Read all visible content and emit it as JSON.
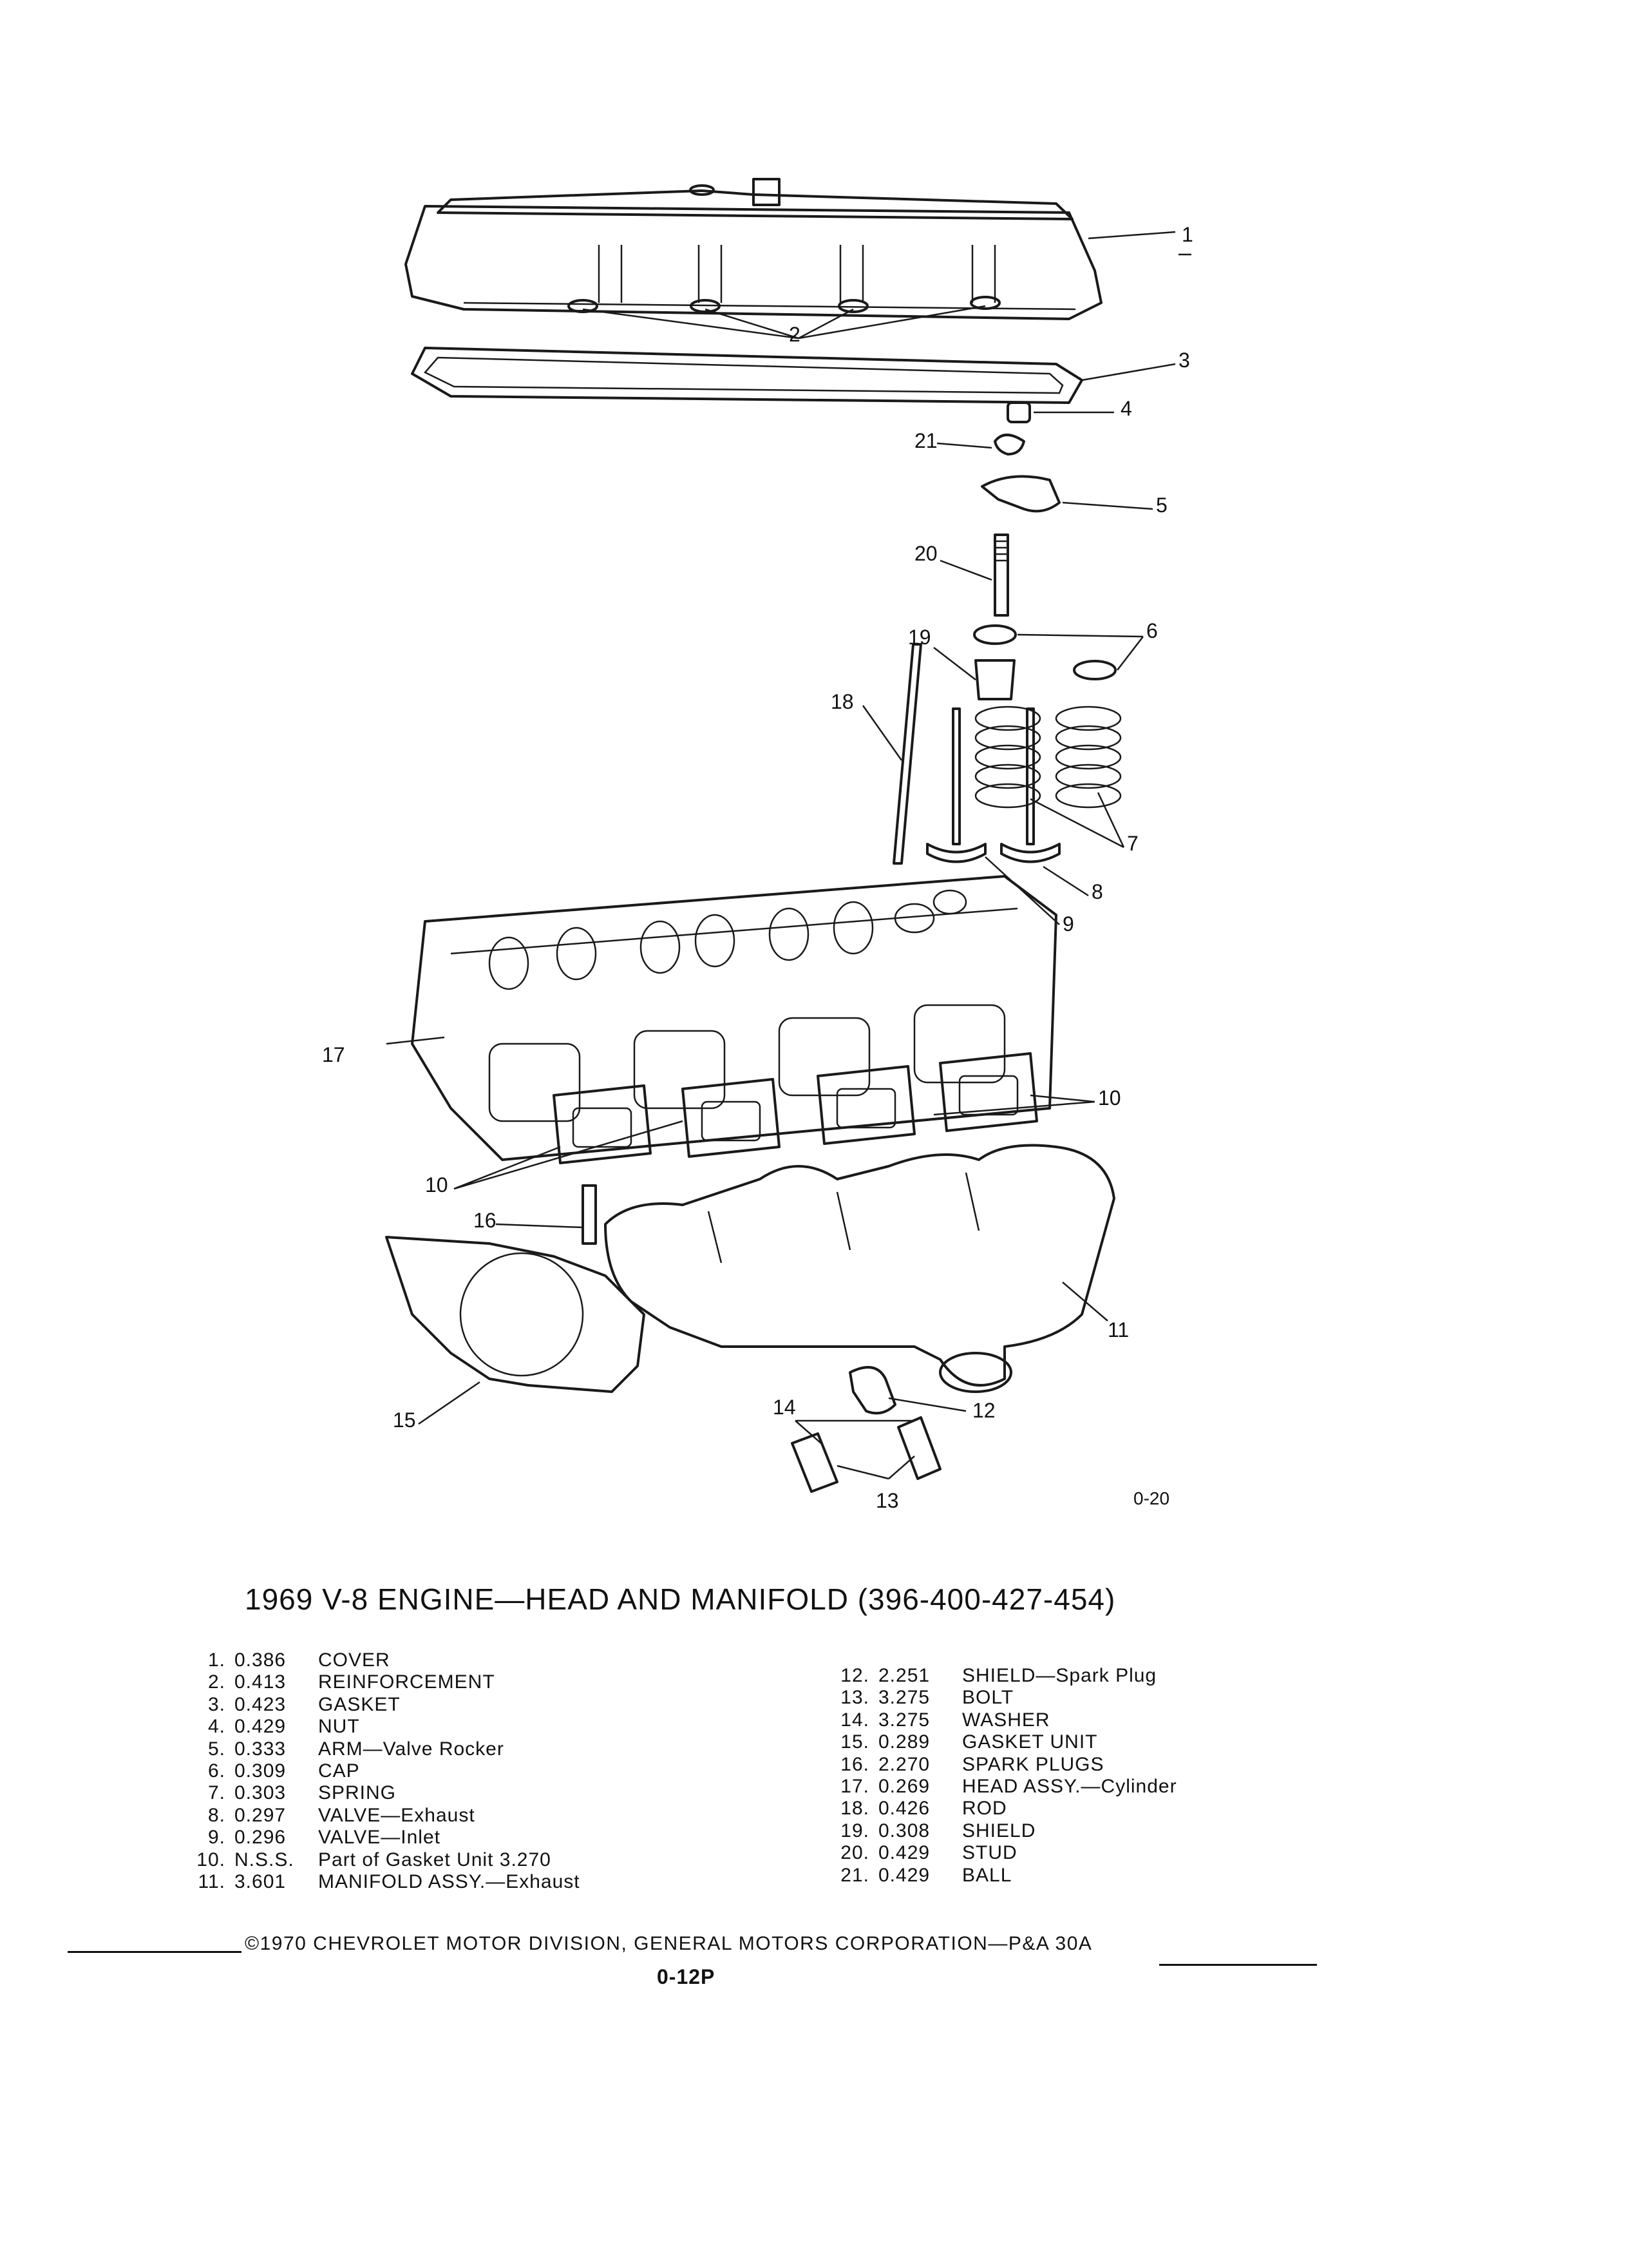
{
  "figure_code": "0-20",
  "callouts": [
    "1",
    "2",
    "3",
    "4",
    "5",
    "6",
    "7",
    "8",
    "9",
    "10",
    "10",
    "11",
    "12",
    "13",
    "14",
    "15",
    "16",
    "17",
    "18",
    "19",
    "20",
    "21"
  ],
  "title": "1969 V-8 ENGINE—HEAD AND MANIFOLD (396-400-427-454)",
  "parts_left": [
    {
      "num": "1.",
      "code": "0.386",
      "desc": "COVER"
    },
    {
      "num": "2.",
      "code": "0.413",
      "desc": "REINFORCEMENT"
    },
    {
      "num": "3.",
      "code": "0.423",
      "desc": "GASKET"
    },
    {
      "num": "4.",
      "code": "0.429",
      "desc": "NUT"
    },
    {
      "num": "5.",
      "code": "0.333",
      "desc": "ARM—Valve Rocker"
    },
    {
      "num": "6.",
      "code": "0.309",
      "desc": "CAP"
    },
    {
      "num": "7.",
      "code": "0.303",
      "desc": "SPRING"
    },
    {
      "num": "8.",
      "code": "0.297",
      "desc": "VALVE—Exhaust"
    },
    {
      "num": "9.",
      "code": "0.296",
      "desc": "VALVE—Inlet"
    },
    {
      "num": "10.",
      "code": "N.S.S.",
      "desc": "Part of Gasket Unit 3.270"
    },
    {
      "num": "11.",
      "code": "3.601",
      "desc": "MANIFOLD ASSY.—Exhaust"
    }
  ],
  "parts_right": [
    {
      "num": "12.",
      "code": "2.251",
      "desc": "SHIELD—Spark Plug"
    },
    {
      "num": "13.",
      "code": "3.275",
      "desc": "BOLT"
    },
    {
      "num": "14.",
      "code": "3.275",
      "desc": "WASHER"
    },
    {
      "num": "15.",
      "code": "0.289",
      "desc": "GASKET UNIT"
    },
    {
      "num": "16.",
      "code": "2.270",
      "desc": "SPARK PLUGS"
    },
    {
      "num": "17.",
      "code": "0.269",
      "desc": "HEAD ASSY.—Cylinder"
    },
    {
      "num": "18.",
      "code": "0.426",
      "desc": "ROD"
    },
    {
      "num": "19.",
      "code": "0.308",
      "desc": "SHIELD"
    },
    {
      "num": "20.",
      "code": "0.429",
      "desc": "STUD"
    },
    {
      "num": "21.",
      "code": "0.429",
      "desc": "BALL"
    }
  ],
  "copyright": "©1970 CHEVROLET MOTOR DIVISION, GENERAL MOTORS CORPORATION—P&A 30A",
  "page_number": "0-12P"
}
